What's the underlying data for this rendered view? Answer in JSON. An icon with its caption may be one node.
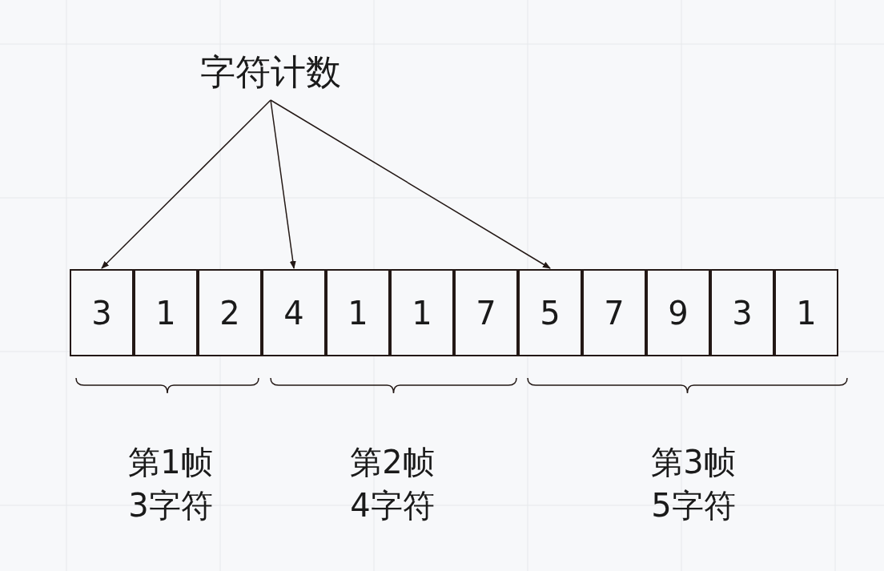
{
  "diagram": {
    "nodes": [
      {
        "text": [
          "字符计数"
        ]
      },
      {
        "text": [
          "3"
        ]
      },
      {
        "text": [
          "1"
        ]
      },
      {
        "text": [
          "2"
        ]
      },
      {
        "text": [
          "4"
        ]
      },
      {
        "text": [
          "1"
        ]
      },
      {
        "text": [
          "1"
        ]
      },
      {
        "text": [
          "7"
        ]
      },
      {
        "text": [
          "5"
        ]
      },
      {
        "text": [
          "7"
        ]
      },
      {
        "text": [
          "9"
        ]
      },
      {
        "text": [
          "3"
        ]
      },
      {
        "text": [
          "1"
        ]
      }
    ],
    "edges": [
      {
        "from": 0,
        "to": 1,
        "arrow": "to"
      },
      {
        "from": 0,
        "to": 4,
        "arrow": "to"
      },
      {
        "from": 0,
        "to": 8,
        "arrow": "to"
      }
    ],
    "labels": [
      "第1帧",
      "3字符",
      "第2帧",
      "4字符",
      "第3帧",
      "5字符"
    ]
  }
}
